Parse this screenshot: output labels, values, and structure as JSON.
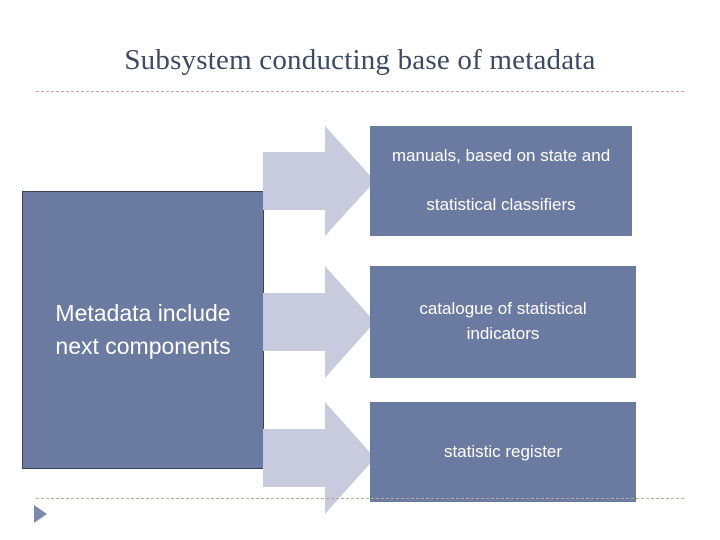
{
  "slide": {
    "title": "Subsystem conducting base of metadata",
    "accent_color": "#6b7aa1",
    "arrow_color": "#c7cbdd",
    "rule_color": "#b9a7a0",
    "title_color": "#3d4a63"
  },
  "diagram": {
    "source": {
      "label": "Metadata include next components"
    },
    "targets": [
      {
        "label": "manuals, based on state and\n\nstatistical classifiers"
      },
      {
        "label": "catalogue of statistical indicators"
      },
      {
        "label": "statistic register"
      }
    ],
    "arrows": [
      {
        "name": "arrow-to-manuals"
      },
      {
        "name": "arrow-to-catalogue"
      },
      {
        "name": "arrow-to-register"
      }
    ]
  }
}
